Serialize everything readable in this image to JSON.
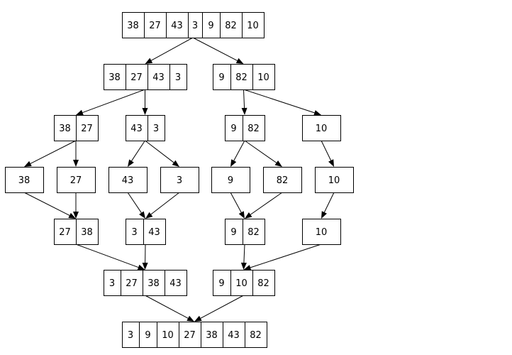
{
  "boxes": [
    {
      "id": "n0",
      "cells": [
        "38",
        "27",
        "43",
        "3",
        "9",
        "82",
        "10"
      ]
    },
    {
      "id": "n1",
      "cells": [
        "38",
        "27",
        "43",
        "3"
      ]
    },
    {
      "id": "n2",
      "cells": [
        "9",
        "82",
        "10"
      ]
    },
    {
      "id": "n3",
      "cells": [
        "38",
        "27"
      ]
    },
    {
      "id": "n4",
      "cells": [
        "43",
        "3"
      ]
    },
    {
      "id": "n5",
      "cells": [
        "9",
        "82"
      ]
    },
    {
      "id": "n6",
      "cells": [
        "10"
      ]
    },
    {
      "id": "n7",
      "cells": [
        "38"
      ]
    },
    {
      "id": "n8",
      "cells": [
        "27"
      ]
    },
    {
      "id": "n9",
      "cells": [
        "43"
      ]
    },
    {
      "id": "n10",
      "cells": [
        "3"
      ]
    },
    {
      "id": "n11",
      "cells": [
        "9"
      ]
    },
    {
      "id": "n12",
      "cells": [
        "82"
      ]
    },
    {
      "id": "n13",
      "cells": [
        "10"
      ]
    },
    {
      "id": "n14",
      "cells": [
        "27",
        "38"
      ]
    },
    {
      "id": "n15",
      "cells": [
        "3",
        "43"
      ]
    },
    {
      "id": "n16",
      "cells": [
        "9",
        "82"
      ]
    },
    {
      "id": "n17",
      "cells": [
        "10"
      ]
    },
    {
      "id": "n18",
      "cells": [
        "3",
        "27",
        "38",
        "43"
      ]
    },
    {
      "id": "n19",
      "cells": [
        "9",
        "10",
        "82"
      ]
    },
    {
      "id": "n20",
      "cells": [
        "3",
        "9",
        "10",
        "27",
        "38",
        "43",
        "82"
      ]
    }
  ],
  "edges": [
    [
      "n0",
      "n1"
    ],
    [
      "n0",
      "n2"
    ],
    [
      "n1",
      "n3"
    ],
    [
      "n1",
      "n4"
    ],
    [
      "n2",
      "n5"
    ],
    [
      "n2",
      "n6"
    ],
    [
      "n3",
      "n7"
    ],
    [
      "n3",
      "n8"
    ],
    [
      "n4",
      "n9"
    ],
    [
      "n4",
      "n10"
    ],
    [
      "n5",
      "n11"
    ],
    [
      "n5",
      "n12"
    ],
    [
      "n6",
      "n13"
    ],
    [
      "n7",
      "n14"
    ],
    [
      "n8",
      "n14"
    ],
    [
      "n9",
      "n15"
    ],
    [
      "n10",
      "n15"
    ],
    [
      "n11",
      "n16"
    ],
    [
      "n12",
      "n16"
    ],
    [
      "n13",
      "n17"
    ],
    [
      "n14",
      "n18"
    ],
    [
      "n15",
      "n18"
    ],
    [
      "n16",
      "n19"
    ],
    [
      "n17",
      "n19"
    ],
    [
      "n18",
      "n20"
    ],
    [
      "n19",
      "n20"
    ]
  ]
}
